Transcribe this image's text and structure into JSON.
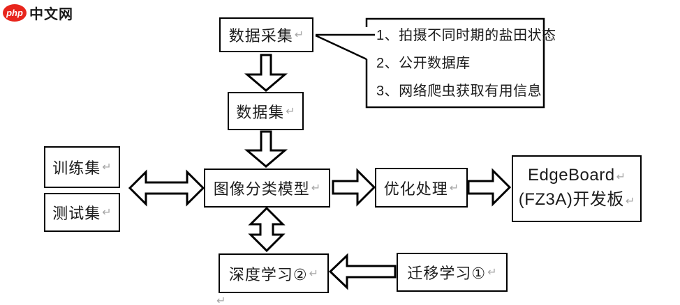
{
  "logo": {
    "badge": "php",
    "text": "中文网"
  },
  "marks": {
    "return": "↵"
  },
  "nodes": {
    "collect": "数据采集",
    "dataset": "数据集",
    "train": "训练集",
    "test": "测试集",
    "model": "图像分类模型",
    "optimize": "优化处理",
    "edgeboard_line1": "EdgeBoard",
    "edgeboard_line2": "(FZ3A)开发板",
    "deep": "深度学习②",
    "transfer": "迁移学习①"
  },
  "callout": {
    "items": [
      "1、拍摄不同时期的盐田状态",
      "2、公开数据库",
      "3、网络爬虫获取有用信息"
    ]
  },
  "edges": [
    {
      "from": "数据采集",
      "to": "数据集",
      "type": "block-arrow",
      "direction": "down"
    },
    {
      "from": "数据集",
      "to": "图像分类模型",
      "type": "block-arrow",
      "direction": "down"
    },
    {
      "from": "训练集/测试集",
      "to": "图像分类模型",
      "type": "block-arrow",
      "direction": "both"
    },
    {
      "from": "图像分类模型",
      "to": "优化处理",
      "type": "block-arrow",
      "direction": "right"
    },
    {
      "from": "优化处理",
      "to": "EdgeBoard(FZ3A)开发板",
      "type": "block-arrow",
      "direction": "right"
    },
    {
      "from": "图像分类模型",
      "to": "深度学习②",
      "type": "block-arrow",
      "direction": "both"
    },
    {
      "from": "迁移学习①",
      "to": "深度学习②",
      "type": "block-arrow",
      "direction": "left"
    },
    {
      "from": "数据采集",
      "to": "来源列表",
      "type": "callout-wedge"
    }
  ],
  "colors": {
    "border": "#000000",
    "text": "#1c1c1c",
    "return_mark": "#a6a6a6",
    "logo_red": "#e8251c",
    "background": "#ffffff"
  }
}
